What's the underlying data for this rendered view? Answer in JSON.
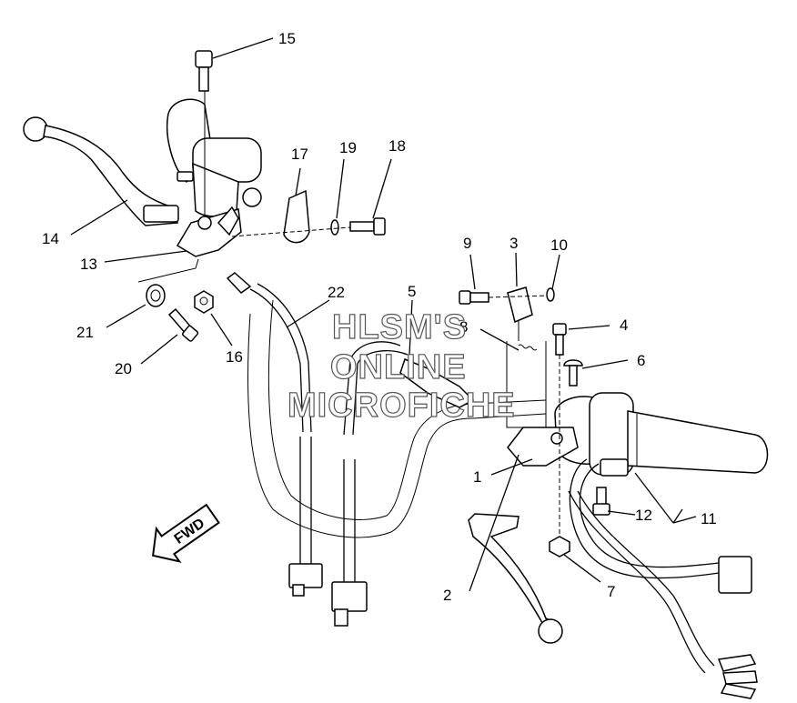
{
  "watermark": {
    "line1": "HLSM'S",
    "line2": "ONLINE",
    "line3": "MICROFICHE"
  },
  "direction_marker": {
    "label": "FWD",
    "icon": "forward-arrow-icon"
  },
  "callouts": {
    "c1": "1",
    "c2": "2",
    "c3": "3",
    "c4": "4",
    "c5": "5",
    "c6": "6",
    "c7": "7",
    "c8": "8",
    "c9": "9",
    "c10": "10",
    "c11": "11",
    "c12": "12",
    "c13": "13",
    "c14": "14",
    "c15": "15",
    "c16": "16",
    "c17": "17",
    "c18": "18",
    "c19": "19",
    "c20": "20",
    "c21": "21",
    "c22": "22"
  }
}
